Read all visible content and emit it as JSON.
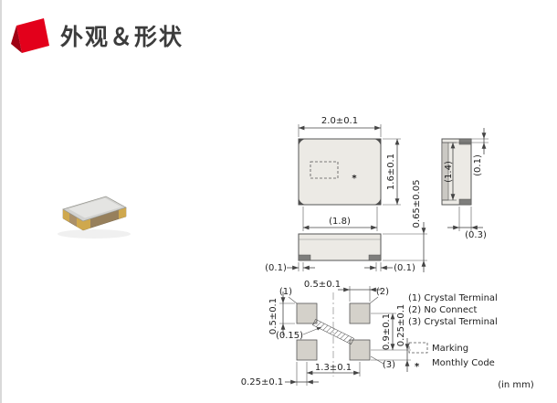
{
  "header": {
    "title": "外观＆形状"
  },
  "top_view": {
    "dim_width": "2.0±0.1",
    "dim_height": "1.6±0.1",
    "dim_body": "(1.8)",
    "marking_symbol": "*"
  },
  "side_view": {
    "dim_pad_left": "(0.1)",
    "dim_pad_right": "(0.1)",
    "dim_thickness": "0.65±0.05"
  },
  "end_view": {
    "dim_lid": "(1.4)",
    "dim_lid_offset": "(0.1)",
    "dim_pad": "(0.3)"
  },
  "land_pattern": {
    "label_pad1": "(1)",
    "label_pad2": "(2)",
    "label_pad3": "(3)",
    "dim_pad_width": "0.5±0.1",
    "dim_pad_height": "0.5±0.1",
    "dim_diagonal_gap": "(0.15)",
    "dim_row_pitch": "0.9±0.1",
    "dim_pad_bottom_offset": "0.25±0.1",
    "dim_col_pitch": "1.3±0.1",
    "dim_pad_left_offset": "0.25±0.1"
  },
  "legend": {
    "line1": "(1) Crystal Terminal",
    "line2": "(2) No Connect",
    "line3": "(3) Crystal Terminal",
    "marking": "Marking",
    "monthly_symbol": "*",
    "monthly": "Monthly Code",
    "unit_note": "(in mm)"
  }
}
